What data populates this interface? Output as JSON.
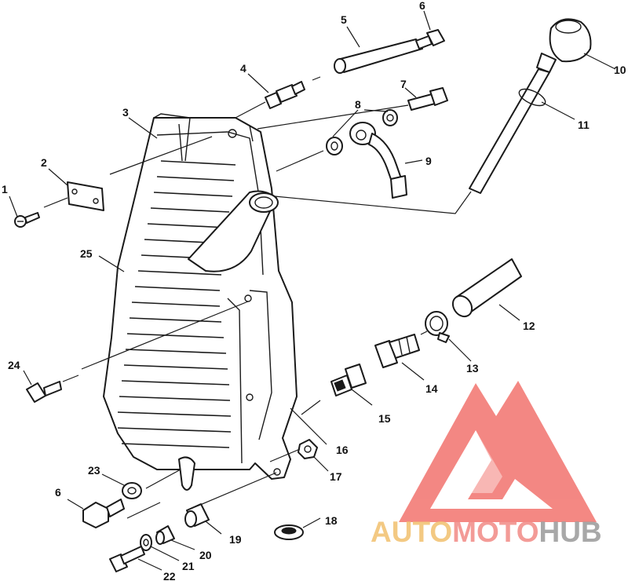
{
  "callouts": [
    {
      "id": "1",
      "label": "1"
    },
    {
      "id": "2",
      "label": "2"
    },
    {
      "id": "3",
      "label": "3"
    },
    {
      "id": "4",
      "label": "4"
    },
    {
      "id": "5",
      "label": "5"
    },
    {
      "id": "6a",
      "label": "6"
    },
    {
      "id": "7",
      "label": "7"
    },
    {
      "id": "8",
      "label": "8"
    },
    {
      "id": "9",
      "label": "9"
    },
    {
      "id": "10",
      "label": "10"
    },
    {
      "id": "11",
      "label": "11"
    },
    {
      "id": "12",
      "label": "12"
    },
    {
      "id": "13",
      "label": "13"
    },
    {
      "id": "14",
      "label": "14"
    },
    {
      "id": "15",
      "label": "15"
    },
    {
      "id": "16",
      "label": "16"
    },
    {
      "id": "17",
      "label": "17"
    },
    {
      "id": "18",
      "label": "18"
    },
    {
      "id": "19",
      "label": "19"
    },
    {
      "id": "20",
      "label": "20"
    },
    {
      "id": "21",
      "label": "21"
    },
    {
      "id": "22",
      "label": "22"
    },
    {
      "id": "23",
      "label": "23"
    },
    {
      "id": "24",
      "label": "24"
    },
    {
      "id": "25",
      "label": "25"
    },
    {
      "id": "6b",
      "label": "6"
    }
  ],
  "watermark": {
    "part1": "AUTO",
    "part2": "MOTO",
    "part3": "HUB",
    "color1": "#f2c06e",
    "color2": "#f28a86",
    "color3": "#9a9a9a",
    "logo_color": "#f0605a"
  }
}
